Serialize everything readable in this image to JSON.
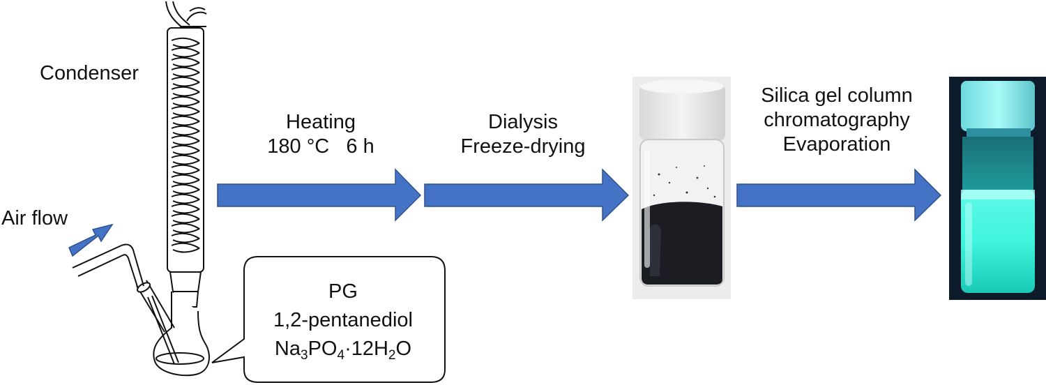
{
  "labels": {
    "condenser": "Condenser",
    "air_flow": "Air flow",
    "step1": {
      "line1": "Heating",
      "line2": "180 °C   6 h"
    },
    "step2": {
      "line1": "Dialysis",
      "line2": "Freeze-drying"
    },
    "step3": {
      "line1": "Silica gel column",
      "line2": "chromatography",
      "line3": "Evaporation"
    }
  },
  "callout": {
    "line1": "PG",
    "line2": "1,2-pentanediol",
    "line3": {
      "a": "Na",
      "a_sub": "3",
      "b": "PO",
      "b_sub": "4",
      "c": "·12H",
      "c_sub": "2",
      "d": "O"
    }
  },
  "colors": {
    "arrow_fill": "#4472c4",
    "arrow_stroke": "#2f528f",
    "glow": "#3ff5dd",
    "powder": "#1b1d22",
    "cap_white": "#e9eaea",
    "cap_cyan": "#8ff3f0"
  }
}
